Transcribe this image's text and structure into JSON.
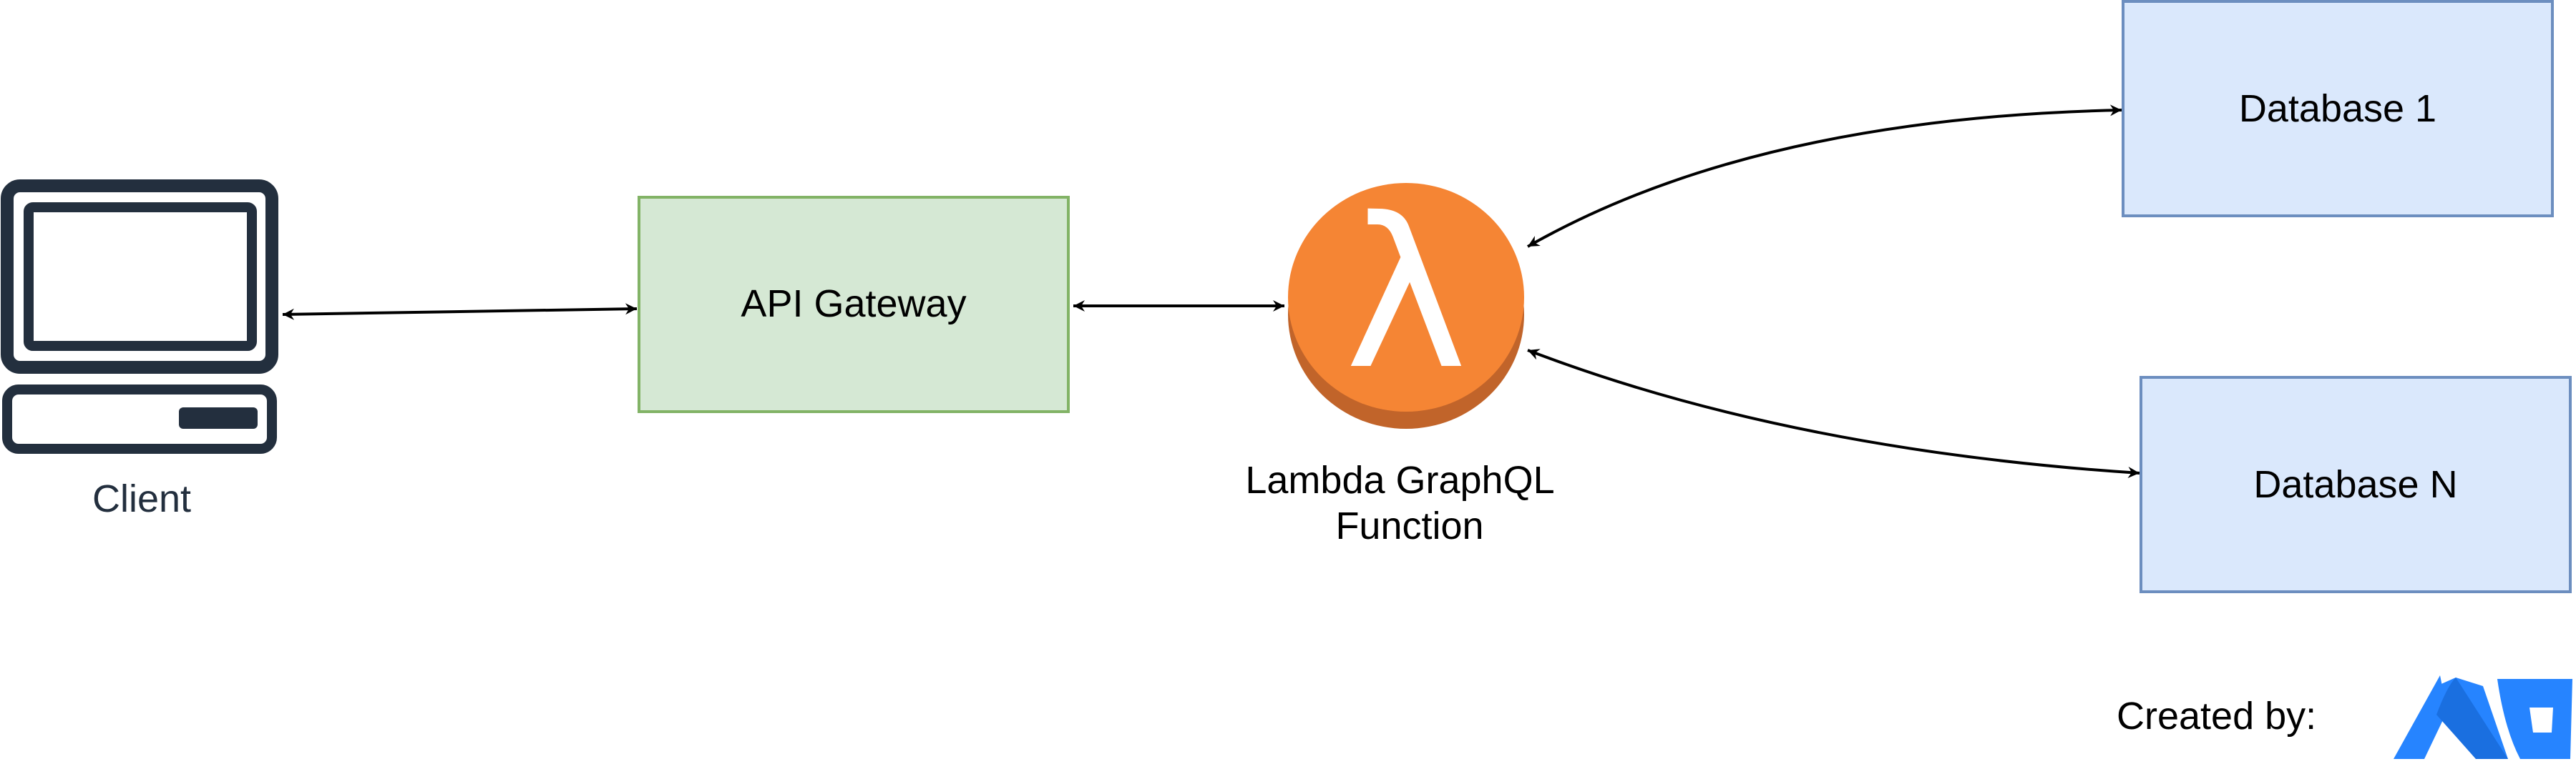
{
  "diagram": {
    "nodes": {
      "client": {
        "label": "Client",
        "icon": "client-computer-icon",
        "color": "#232f3e"
      },
      "api_gateway": {
        "label": "API Gateway",
        "fill": "#d5e8d4",
        "stroke": "#82b366"
      },
      "lambda": {
        "label_line1": "Lambda GraphQL",
        "label_line2": "Function",
        "icon": "aws-lambda-icon",
        "color": "#f58534",
        "glyph": "λ"
      },
      "database_1": {
        "label": "Database 1",
        "fill": "#dae8fc",
        "stroke": "#6c8ebf"
      },
      "database_n": {
        "label": "Database N",
        "fill": "#dae8fc",
        "stroke": "#6c8ebf"
      }
    },
    "edges": [
      {
        "from": "client",
        "to": "api_gateway",
        "arrows": "both"
      },
      {
        "from": "api_gateway",
        "to": "lambda",
        "arrows": "both"
      },
      {
        "from": "lambda",
        "to": "database_1",
        "arrows": "both"
      },
      {
        "from": "lambda",
        "to": "database_n",
        "arrows": "both"
      }
    ]
  },
  "footer": {
    "created_by": "Created by:",
    "logos": [
      "atlassian-logo-icon",
      "bitbucket-logo-icon"
    ],
    "logo_color": "#2684ff"
  }
}
